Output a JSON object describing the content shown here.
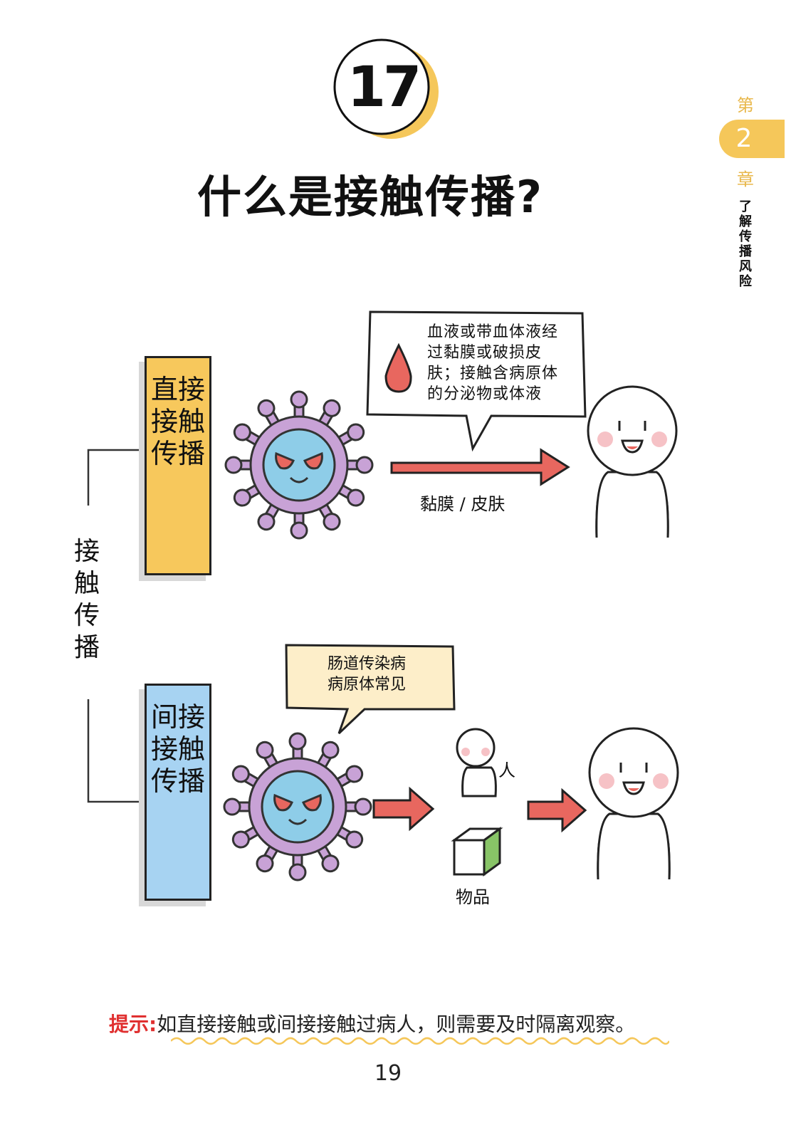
{
  "section": {
    "number": "17",
    "title": "什么是接触传播?"
  },
  "chapter": {
    "prefix": "第",
    "number": "2",
    "suffix": "章",
    "name": "了解传播风险"
  },
  "root_label": "接触传播",
  "direct": {
    "label": "直接接触传播",
    "bubble": [
      "血液或带血体液经",
      "过黏膜或破损皮",
      "肤；接触含病原体",
      "的分泌物或体液"
    ],
    "arrow_label": "黏膜 / 皮肤"
  },
  "indirect": {
    "label": "间接接触传播",
    "bubble": [
      "肠道传染病",
      "病原体常见"
    ],
    "intermediate_person": "人",
    "intermediate_object": "物品"
  },
  "tip": {
    "label": "提示:",
    "text": "如直接接触或间接接触过病人，则需要及时隔离观察。"
  },
  "page_number": "19",
  "colors": {
    "yellow": "#f7c85c",
    "blue": "#a7d3f2",
    "virus_purple": "#c8a2d6",
    "virus_face": "#8ecde8",
    "arrow_red": "#e8675f",
    "tip_red": "#e03030"
  }
}
